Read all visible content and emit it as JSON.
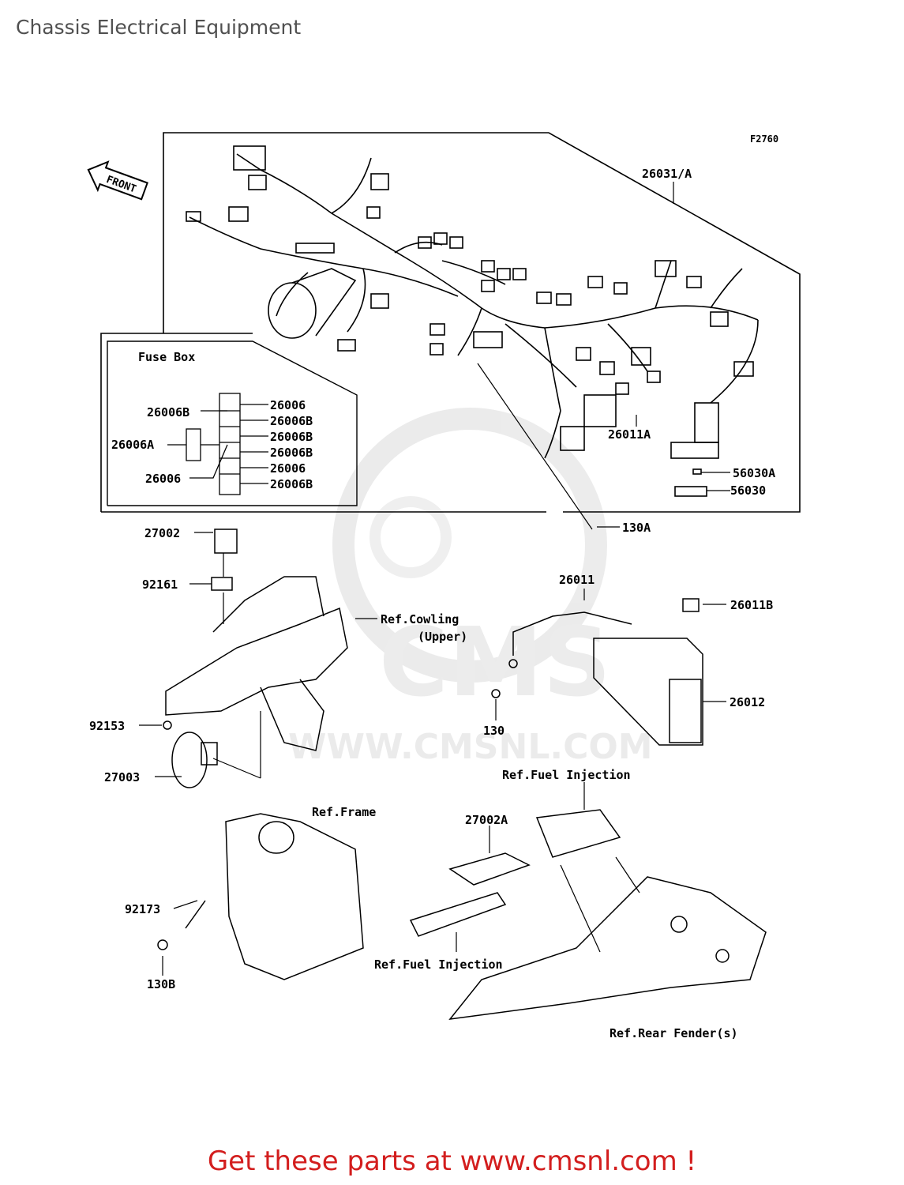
{
  "page": {
    "title": "Chassis Electrical Equipment",
    "footer": "Get these parts at www.cmsnl.com !"
  },
  "watermark": {
    "text": "WWW.CMSNL.COM",
    "logo_text": "CMS"
  },
  "diagram": {
    "code": "F2760",
    "front_label": "FRONT",
    "fuse_box_title": "Fuse Box",
    "labels": {
      "p26031A": "26031/A",
      "p26006B_l": "26006B",
      "p26006A": "26006A",
      "p26006_l": "26006",
      "f1": "26006",
      "f2": "26006B",
      "f3": "26006B",
      "f4": "26006B",
      "f5": "26006",
      "f6": "26006B",
      "p26011A": "26011A",
      "p56030A": "56030A",
      "p56030": "56030",
      "p130A": "130A",
      "p27002": "27002",
      "p92161": "92161",
      "ref_cowling": "Ref.Cowling",
      "ref_cowling_sub": "(Upper)",
      "p26011": "26011",
      "p26011B": "26011B",
      "p26012": "26012",
      "p130": "130",
      "p92153": "92153",
      "p27003": "27003",
      "ref_fuel_1": "Ref.Fuel Injection",
      "ref_frame": "Ref.Frame",
      "p27002A": "27002A",
      "p92173": "92173",
      "p130B": "130B",
      "ref_fuel_2": "Ref.Fuel Injection",
      "ref_rear_fender": "Ref.Rear Fender(s)"
    }
  },
  "colors": {
    "footer": "#d31e1e",
    "title": "#505050",
    "watermark": "#dcdcdc"
  }
}
